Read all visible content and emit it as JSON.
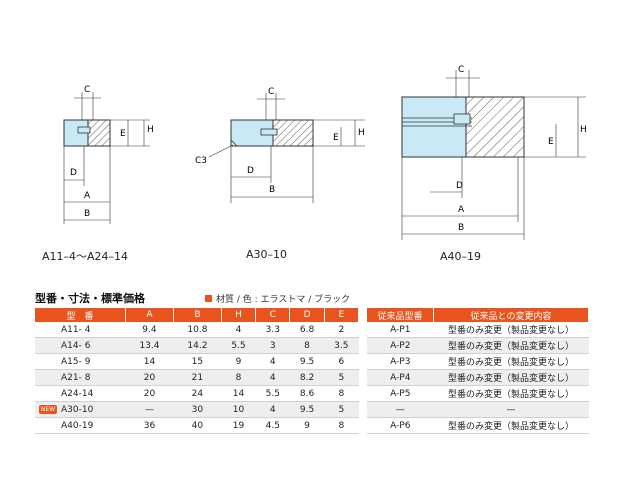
{
  "diagrams": {
    "d1": {
      "caption": "A11–4～A24–14",
      "dims": {
        "c": "C",
        "d": "D",
        "a": "A",
        "b": "B",
        "e": "E",
        "h": "H"
      }
    },
    "d2": {
      "caption": "A30–10",
      "dims": {
        "c": "C",
        "c3": "C3",
        "d": "D",
        "b": "B",
        "e": "E",
        "h": "H"
      }
    },
    "d3": {
      "caption": "A40–19",
      "dims": {
        "c": "C",
        "d": "D",
        "a": "A",
        "b": "B",
        "e": "E",
        "h": "H"
      }
    }
  },
  "table_section": {
    "title": "型番・寸法・標準価格",
    "material_note": "材質 / 色 : エラストマ / ブラック",
    "new_badge": "NEW",
    "headers": [
      "型　番",
      "A",
      "B",
      "H",
      "C",
      "D",
      "E"
    ],
    "rows": [
      {
        "model": "A11-  4",
        "values": [
          "9.4",
          "10.8",
          "4",
          "3.3",
          "6.8",
          "2"
        ],
        "is_new": false
      },
      {
        "model": "A14-  6",
        "values": [
          "13.4",
          "14.2",
          "5.5",
          "3",
          "8",
          "3.5"
        ],
        "is_new": false
      },
      {
        "model": "A15-  9",
        "values": [
          "14",
          "15",
          "9",
          "4",
          "9.5",
          "6"
        ],
        "is_new": false
      },
      {
        "model": "A21-  8",
        "values": [
          "20",
          "21",
          "8",
          "4",
          "8.2",
          "5"
        ],
        "is_new": false
      },
      {
        "model": "A24-14",
        "values": [
          "20",
          "24",
          "14",
          "5.5",
          "8.6",
          "8"
        ],
        "is_new": false
      },
      {
        "model": "A30-10",
        "values": [
          "—",
          "30",
          "10",
          "4",
          "9.5",
          "5"
        ],
        "is_new": true
      },
      {
        "model": "A40-19",
        "values": [
          "36",
          "40",
          "19",
          "4.5",
          "9",
          "8"
        ],
        "is_new": false
      }
    ]
  },
  "compat_table": {
    "headers": [
      "従来品型番",
      "従来品との変更内容"
    ],
    "rows": [
      [
        "A-P1",
        "型番のみ変更（製品変更なし）"
      ],
      [
        "A-P2",
        "型番のみ変更（製品変更なし）"
      ],
      [
        "A-P3",
        "型番のみ変更（製品変更なし）"
      ],
      [
        "A-P4",
        "型番のみ変更（製品変更なし）"
      ],
      [
        "A-P5",
        "型番のみ変更（製品変更なし）"
      ],
      [
        "—",
        "—"
      ],
      [
        "A-P6",
        "型番のみ変更（製品変更なし）"
      ]
    ]
  },
  "colors": {
    "accent": "#e9541e",
    "part_fill": "#c9e9f6",
    "outline": "#333333"
  }
}
